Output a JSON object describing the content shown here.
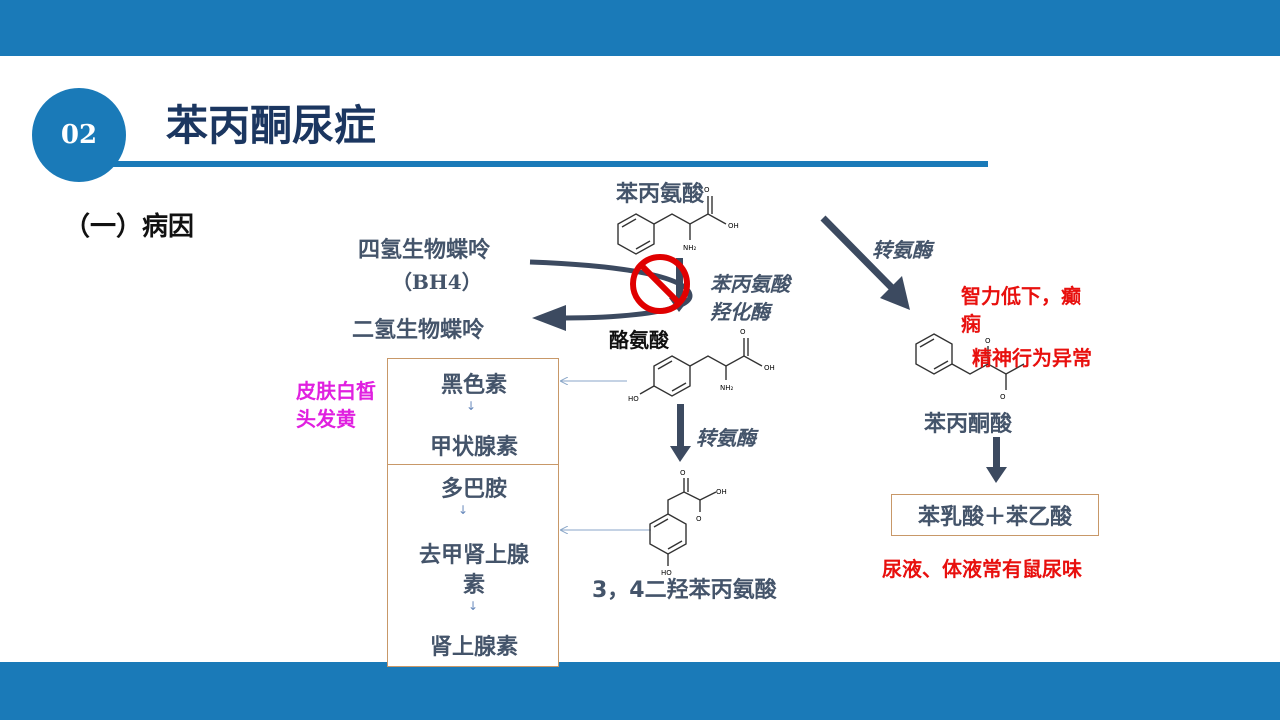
{
  "slide": {
    "number": "02",
    "title": "苯丙酮尿症",
    "section": "（一）病因"
  },
  "pathway": {
    "phenylalanine": "苯丙氨酸",
    "bh4_line1": "四氢生物蝶呤",
    "bh4_line2": "（BH4）",
    "dihydro": "二氢生物蝶呤",
    "enzyme_hydroxylase_line1": "苯丙氨酸",
    "enzyme_hydroxylase_line2": "羟化酶",
    "tyrosine": "酪氨酸",
    "transaminase_right": "转氨酶",
    "transaminase_left": "转氨酶",
    "dopa": "3，4二羟苯丙氨酸",
    "phenylpyruvate": "苯丙酮酸",
    "products": "苯乳酸＋苯乙酸",
    "symptom_cns_line1": "智力低下，癫",
    "symptom_cns_line2": "痫",
    "symptom_cns_line3": "精神行为异常",
    "symptom_odor": "尿液、体液常有鼠尿味",
    "symptom_skin_line1": "皮肤白皙",
    "symptom_skin_line2": "头发黄",
    "box1": [
      "黑色素",
      "甲状腺素"
    ],
    "box2": [
      "多巴胺",
      "去甲肾上腺",
      "素",
      "肾上腺素"
    ],
    "atom_oh": "OH",
    "atom_ho": "HO",
    "atom_o": "O",
    "atom_nh2": "NH₂"
  },
  "colors": {
    "brand_blue": "#1a7ab8",
    "title_navy": "#1b3660",
    "label_gray": "#44546a",
    "arrow_dark": "#3c4a60",
    "alert_red": "#e8100e",
    "highlight_magenta": "#e020e0",
    "box_border": "#c89868",
    "prohibit_red": "#e00000"
  },
  "icons": [
    "prohibition-icon",
    "arrow-down-icon"
  ]
}
